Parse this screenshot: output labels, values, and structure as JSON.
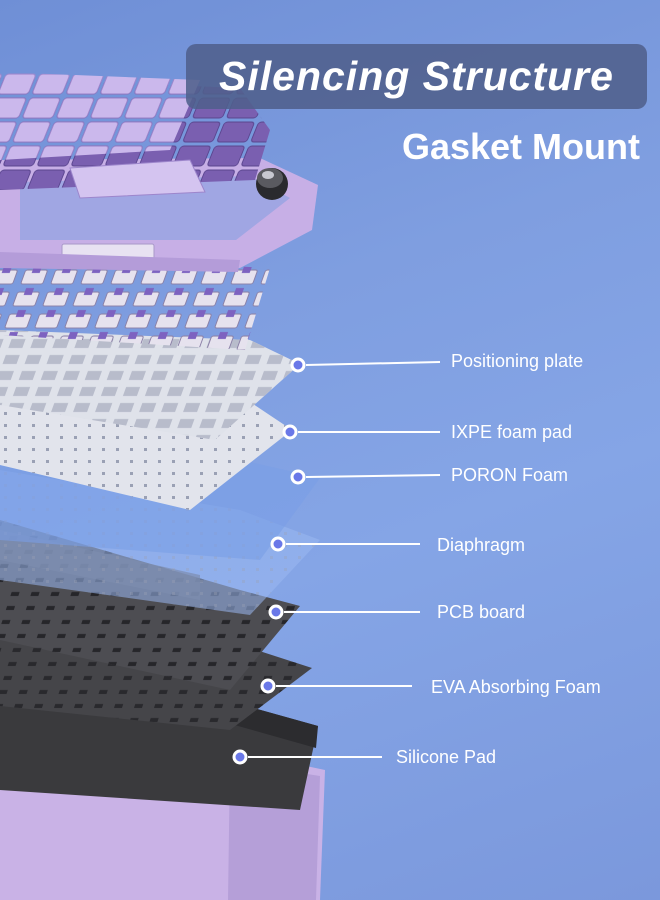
{
  "header": {
    "title": "Silencing Structure",
    "subtitle": "Gasket Mount"
  },
  "layers": [
    {
      "label": "Positioning plate"
    },
    {
      "label": "IXPE foam pad"
    },
    {
      "label": "PORON Foam"
    },
    {
      "label": "Diaphragm"
    },
    {
      "label": "PCB board"
    },
    {
      "label": "EVA Absorbing Foam"
    },
    {
      "label": "Silicone Pad"
    }
  ],
  "colors": {
    "background": "#7f9ee0",
    "case": "#c9b2e6",
    "keycap_purple": "#7a5fb0",
    "keycap_lilac": "#cbb8ec",
    "plate_white": "#e4e6ee",
    "foam_dark": "#3e3e42",
    "title_box": "#50608c",
    "callout_dot": "#6a78e8"
  }
}
